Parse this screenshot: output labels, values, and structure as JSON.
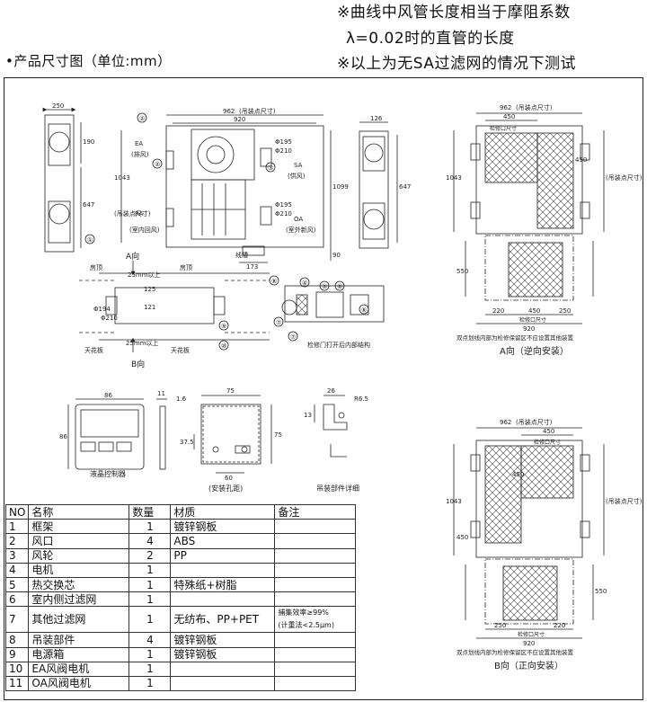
{
  "notes": {
    "line1": "※曲线中风管长度相当于摩阻系数",
    "line2": "λ=0.02时的直管的长度",
    "line3": "※以上为无SA过滤网的情况下测试",
    "dimensions_title": "•产品尺寸图（单位:mm）"
  },
  "front_view": {
    "dims": {
      "d962": "962",
      "d962_note": "(吊装点尺寸)",
      "d920": "920",
      "d1043": "1043",
      "d1043_note": "(吊装点尺寸)",
      "d1099": "1099",
      "d173": "173",
      "d90": "90",
      "d250": "250",
      "d190": "190",
      "d647": "647",
      "d126": "126"
    },
    "labels": {
      "ea": "EA",
      "ea_cn": "(排风)",
      "ra": "RA",
      "ra_cn": "(室内回风)",
      "sa": "SA",
      "sa_cn": "(供风)",
      "oa": "OA",
      "oa_cn": "(室外新风)",
      "phi_top": "Φ195",
      "phi_top2": "Φ210",
      "phi_bot": "Φ195",
      "phi_bot2": "Φ210",
      "box_label": "线槽"
    },
    "callouts": [
      "①",
      "②",
      "③"
    ]
  },
  "side_view": {
    "labels": {
      "a_dir": "A向",
      "b_dir": "B向",
      "ceiling": "房顶",
      "ceiling2": "房顶",
      "ceiling_board": "天花板",
      "ceiling_board2": "天花板",
      "gap1": "25mm以上",
      "gap2": "25mm以上",
      "phi1": "Φ194",
      "phi2": "Φ210",
      "d121": "121",
      "d125": "125"
    },
    "callouts": [
      "⑨",
      "⑩"
    ]
  },
  "inner_view": {
    "callouts": [
      "④",
      "⑤",
      "⑥",
      "⑦",
      "⑧"
    ],
    "caption": "检修门打开后内部结构"
  },
  "controller": {
    "dims": {
      "w": "86",
      "h": "86",
      "d11": "11",
      "d16": "1.6"
    },
    "caption": "液晶控制器"
  },
  "mount_holes": {
    "dims": {
      "w": "75",
      "h": "75",
      "d375": "37.5",
      "d60": "60"
    },
    "caption": "(安装孔距)"
  },
  "hanger": {
    "dims": {
      "d26": "26",
      "r": "R6.5",
      "d13": "13"
    },
    "caption": "吊装部件详细"
  },
  "a_view": {
    "dims": {
      "d962": "962",
      "d962_note": "(吊装点尺寸)",
      "d450": "450",
      "insp": "检修口尺寸",
      "d1043": "1043",
      "d1043_note": "(吊装点尺寸)",
      "d450b": "450",
      "d550": "550",
      "d220": "220",
      "d450c": "450",
      "d250": "250",
      "d920": "920",
      "insp2": "检修口尺寸"
    },
    "note": "双点划线内部为检修保留区不应设置其他装置",
    "caption": "A向（逆向安装）"
  },
  "b_view": {
    "dims": {
      "d962": "962",
      "d962_note": "(吊装点尺寸)",
      "d450": "450",
      "insp": "检修口尺寸",
      "d1043": "1043",
      "d1043_note": "(吊装点尺寸)",
      "d450b": "450",
      "d450c": "450",
      "d550": "550",
      "d250": "250",
      "d220": "220",
      "d920": "920",
      "insp2": "检修口尺寸"
    },
    "note": "双点划线内部为检修保留区不应设置其他装置",
    "caption": "B向（正向安装）"
  },
  "parts_table": {
    "headers": [
      "NO",
      "名称",
      "数量",
      "材质",
      "备注"
    ],
    "rows": [
      {
        "no": "1",
        "name": "框架",
        "qty": "1",
        "material": "镀锌钢板",
        "note": ""
      },
      {
        "no": "2",
        "name": "风口",
        "qty": "4",
        "material": "ABS",
        "note": ""
      },
      {
        "no": "3",
        "name": "风轮",
        "qty": "2",
        "material": "PP",
        "note": ""
      },
      {
        "no": "4",
        "name": "电机",
        "qty": "1",
        "material": "",
        "note": ""
      },
      {
        "no": "5",
        "name": "热交换芯",
        "qty": "1",
        "material": "特殊纸+树脂",
        "note": ""
      },
      {
        "no": "6",
        "name": "室内侧过滤网",
        "qty": "1",
        "material": "",
        "note": ""
      },
      {
        "no": "7",
        "name": "其他过滤网",
        "qty": "1",
        "material": "无纺布、PP+PET",
        "note": "捕集效率≥99%",
        "note2": "(计重法<2.5μm)"
      },
      {
        "no": "8",
        "name": "吊装部件",
        "qty": "4",
        "material": "镀锌钢板",
        "note": ""
      },
      {
        "no": "9",
        "name": "电源箱",
        "qty": "1",
        "material": "镀锌钢板",
        "note": ""
      },
      {
        "no": "10",
        "name": "EA风阀电机",
        "qty": "1",
        "material": "",
        "note": ""
      },
      {
        "no": "11",
        "name": "OA风阀电机",
        "qty": "1",
        "material": "",
        "note": ""
      }
    ]
  }
}
